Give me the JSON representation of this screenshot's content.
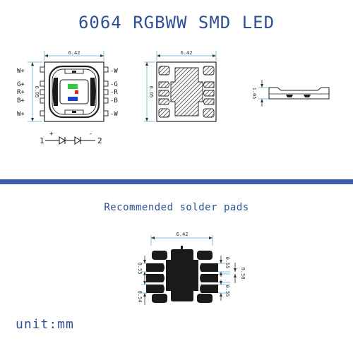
{
  "title": "6064 RGBWW SMD LED",
  "subtitle": "Recommended solder pads",
  "unit_label": "unit:mm",
  "colors": {
    "accent": "#2f4f96",
    "band": "#3a5ca8",
    "dim_line": "#5fb3d8",
    "green_chip": "#2ecc40",
    "red_chip": "#e02020",
    "blue_chip": "#1f3fcf"
  },
  "top_view": {
    "width_dim": "6.42",
    "height_dim": "6.05",
    "pins_left": [
      "W+",
      "G+",
      "R+",
      "B+",
      "W+"
    ],
    "pins_right": [
      "-W",
      "-G",
      "-R",
      "-B",
      "-W"
    ]
  },
  "bottom_view": {
    "width_dim": "6.42",
    "height_dim": "6.05"
  },
  "side_view": {
    "height_dim": "1.05"
  },
  "polarity": {
    "pin1": "1",
    "pin2": "2",
    "plus": "+",
    "minus": "-"
  },
  "solder_pads": {
    "width_dim": "6.42",
    "left_pad_dim": "0.55",
    "right_pad_dim_top": "0.55",
    "right_pitch_dim": "0.50",
    "right_pad_dim_bottom": "0.55",
    "bottom_dim": "0.54"
  }
}
